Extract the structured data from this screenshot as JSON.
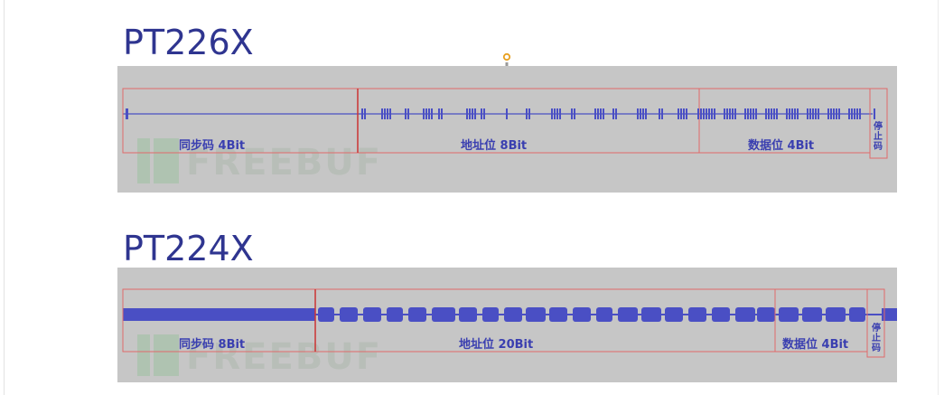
{
  "diagrams": [
    {
      "title": "PT226X",
      "watermark": "FREEBUF",
      "segments": [
        {
          "label": "同步码 4Bit"
        },
        {
          "label": "地址位 8Bit"
        },
        {
          "label": "数据位 4Bit"
        },
        {
          "label": "停止码"
        }
      ]
    },
    {
      "title": "PT224X",
      "watermark": "FREEBUF",
      "segments": [
        {
          "label": "同步码 8Bit"
        },
        {
          "label": "地址位 20Bit"
        },
        {
          "label": "数据位 4Bit"
        },
        {
          "label": "停止码"
        }
      ]
    }
  ],
  "colors": {
    "panel_bg": "#c6c6c6",
    "frame": "#e06a6a",
    "divider": "#cc3333",
    "signal": "#4a4fc4",
    "label": "#3a3fb0",
    "title": "#2f3590",
    "handle": "#e8a020"
  }
}
